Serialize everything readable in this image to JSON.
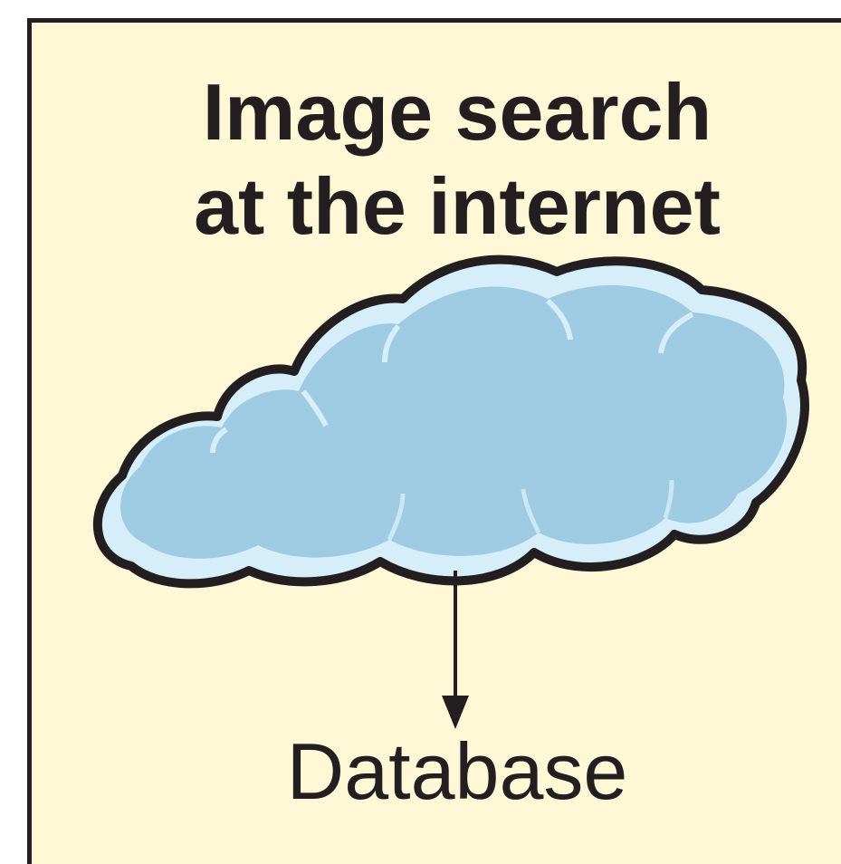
{
  "title": {
    "line1": "Image search",
    "line2": "at the internet"
  },
  "target": {
    "label": "Database"
  },
  "icons": {
    "source": "cloud-icon",
    "connector": "arrow-down-icon"
  },
  "colors": {
    "background": "#fff8d6",
    "cloud_fill": "#9ecae2",
    "cloud_highlight": "#d6eefa",
    "outline": "#231f20"
  }
}
